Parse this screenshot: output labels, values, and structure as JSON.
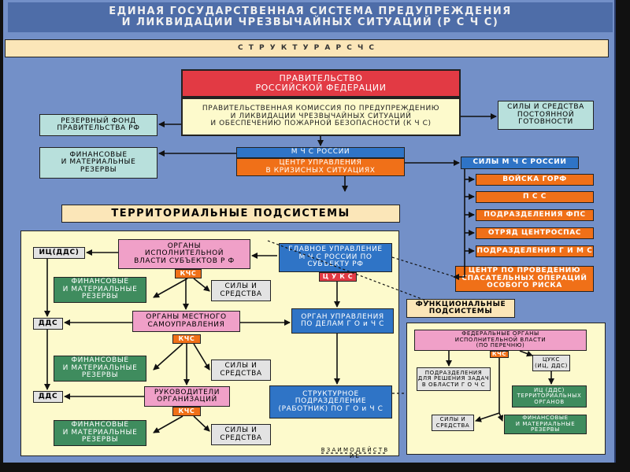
{
  "header": {
    "title": "ЕДИНАЯ ГОСУДАРСТВЕННАЯ СИСТЕМА ПРЕДУПРЕЖДЕНИЯ\nИ ЛИКВИДАЦИИ ЧРЕЗВЫЧАЙНЫХ СИТУАЦИЙ (Р С Ч С)",
    "structure": "С Т Р У К Т У Р А   Р С Ч С"
  },
  "top": {
    "government": "ПРАВИТЕЛЬСТВО\nРОССИЙСКОЙ ФЕДЕРАЦИИ",
    "commission": "ПРАВИТЕЛЬСТВЕННАЯ КОМИССИЯ ПО ПРЕДУПРЕЖДЕНИЮ\nИ ЛИКВИДАЦИИ ЧРЕЗВЫЧАЙНЫХ СИТУАЦИЙ\nИ ОБЕСПЕЧЕНИЮ ПОЖАРНОЙ БЕЗОПАСНОСТИ (К Ч С)",
    "reserve_fund": "РЕЗЕРВНЫЙ ФОНД\nПРАВИТЕЛЬСТВА РФ",
    "fin_reserves": "ФИНАНСОВЫЕ\nИ МАТЕРИАЛЬНЫЕ\nРЕЗЕРВЫ",
    "permanent_forces": "СИЛЫ И СРЕДСТВА\nПОСТОЯННОЙ\nГОТОВНОСТИ",
    "mchs": "М Ч С  РОССИИ",
    "crisis_center": "ЦЕНТР УПРАВЛЕНИЯ\nВ КРИЗИСНЫХ СИТУАЦИЯХ"
  },
  "mchs_forces": {
    "title": "СИЛЫ  М Ч С  РОССИИ",
    "items": [
      "ВОЙСКА ГОРФ",
      "П С С",
      "ПОДРАЗДЕЛЕНИЯ ФПС",
      "ОТРЯД ЦЕНТРОСПАС",
      "ПОДРАЗДЕЛЕНИЯ Г И М С",
      "ЦЕНТР ПО ПРОВЕДЕНИЮ\nСПАСАТЕЛЬНЫХ ОПЕРАЦИЙ\nОСОБОГО РИСКА"
    ]
  },
  "territorial": {
    "title": "ТЕРРИТОРИАЛЬНЫЕ  ПОДСИСТЕМЫ",
    "ic_dds": "ИЦ(ДДС)",
    "dds": "ДДС",
    "regional_authorities": "ОРГАНЫ\nИСПОЛНИТЕЛЬНОЙ\nВЛАСТИ СУБЪЕКТОВ Р Ф",
    "main_directorate": "ГЛАВНОЕ УПРАВЛЕНИЕ\nМ Ч С  РОССИИ  ПО\nСУБЪЕКТУ  РФ",
    "kchs": "КЧС",
    "tsuks": "Ц У К С",
    "fin_reserves": "ФИНАНСОВЫЕ\nИ МАТЕРИАЛЬНЫЕ\nРЕЗЕРВЫ",
    "forces": "СИЛЫ И\nСРЕДСТВА",
    "local_government": "ОРГАНЫ МЕСТНОГО\nСАМОУПРАВЛЕНИЯ",
    "go_chs_body": "ОРГАН УПРАВЛЕНИЯ\nПО ДЕЛАМ Г О и Ч С",
    "org_heads": "РУКОВОДИТЕЛИ\nОРГАНИЗАЦИЙ",
    "structural_unit": "СТРУКТУРНОЕ\nПОДРАЗДЕЛЕНИЕ\n(РАБОТНИК) ПО  Г О и Ч С",
    "interaction": "В З А И М О Д Е Й С Т В И Е"
  },
  "functional": {
    "title": "ФУНКЦИОНАЛЬНЫЕ\nПОДСИСТЕМЫ",
    "federal_bodies": "ФЕДЕРАЛЬНЫЕ ОРГАНЫ\nИСПОЛНИТЕЛЬНОЙ ВЛАСТИ\n(ПО ПЕРЕЧНЮ)",
    "kchs": "КЧС",
    "tsuks": "ЦУКС\n(ИЦ, ДДС)",
    "units": "ПОДРАЗДЕЛЕНИЯ\nДЛЯ РЕШЕНИЯ ЗАДАЧ\nВ ОБЛАСТИ Г О Ч С",
    "ic_dds": "ИЦ (ДДС)\nТЕРРИТОРИАЛЬНЫХ\nОРГАНОВ",
    "forces": "СИЛЫ И\nСРЕДСТВА",
    "fin_reserves": "ФИНАНСОВЫЕ\nИ МАТЕРИАЛЬНЫЕ\nРЕЗЕРВЫ"
  },
  "colors": {
    "background": "#7390c8",
    "pink": "#f0a0c8",
    "orange": "#f07018",
    "teal": "#b8e0dc",
    "cream": "#fdfacc",
    "green": "#3f8c5e",
    "red": "#e23a44",
    "blue": "#2f74c6",
    "yellow": "#f7f3b5",
    "grey": "#e3e3e3",
    "header": "#4e6da8"
  }
}
